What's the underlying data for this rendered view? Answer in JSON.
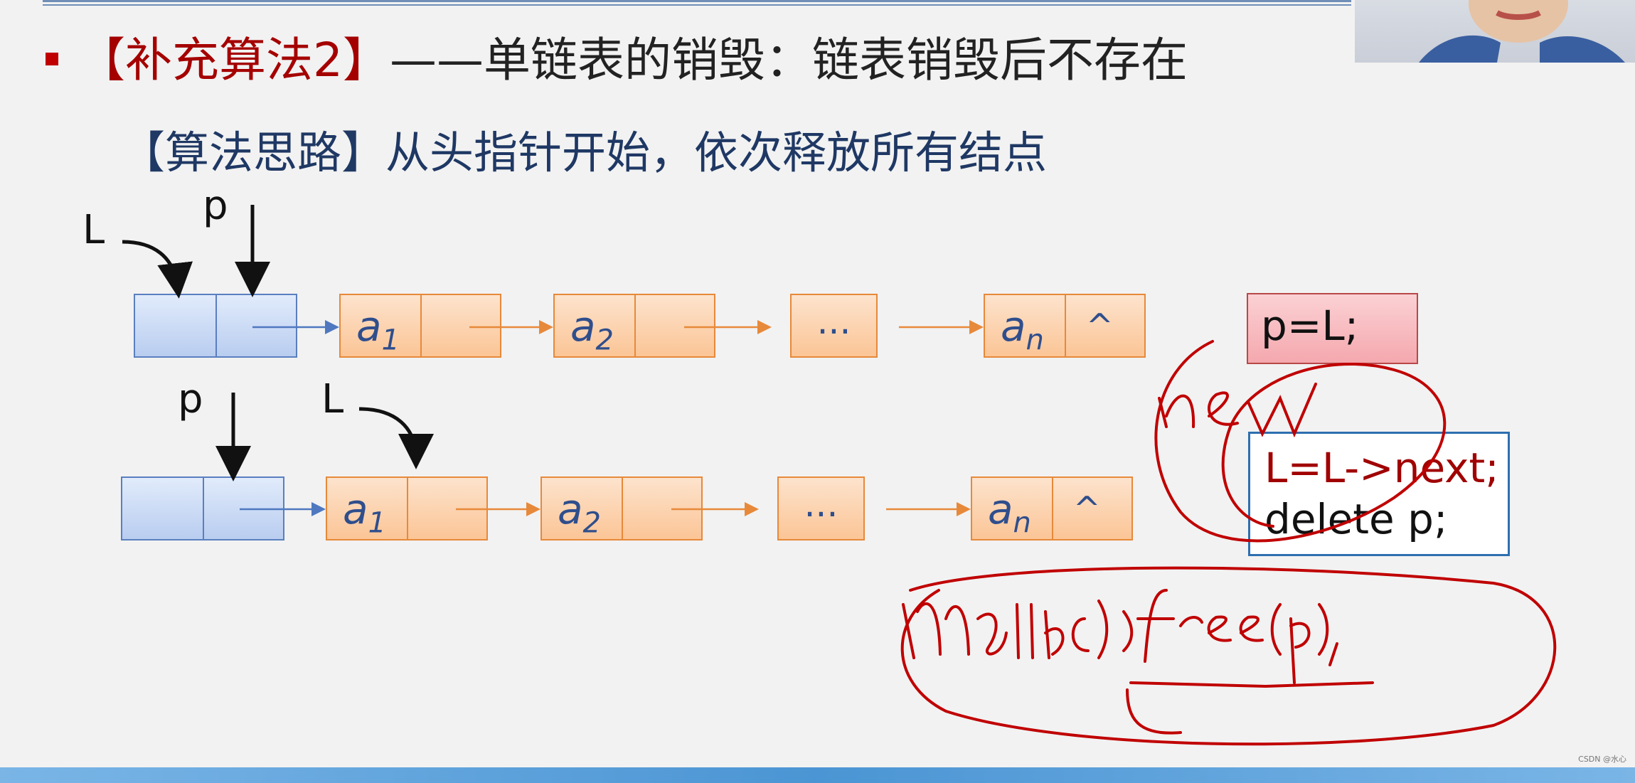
{
  "slide": {
    "title_tag": "【补充算法2】",
    "title_rest": "——单链表的销毁：链表销毁后不存在",
    "subtitle": "【算法思路】从头指针开始，依次释放所有结点"
  },
  "diagram": {
    "top_labels": {
      "L": "L",
      "p": "p"
    },
    "bottom_labels": {
      "p": "p",
      "L": "L"
    },
    "node_a1": "a",
    "node_a1_sub": "1",
    "node_a2": "a",
    "node_a2_sub": "2",
    "node_an": "a",
    "node_an_sub": "n",
    "ellipsis": "...",
    "null_mark": "^"
  },
  "code": {
    "step1": "p=L;",
    "step2_line1": "L=L->next;",
    "step2_line2": "delete p;"
  },
  "annotations": {
    "handwritten_1": "new",
    "handwritten_2": "malloc() free(p);"
  },
  "footer": {
    "credit": "CSDN @水心"
  },
  "colors": {
    "title_red": "#a50000",
    "subtitle_blue": "#1f3864",
    "ink_red": "#c00000"
  }
}
